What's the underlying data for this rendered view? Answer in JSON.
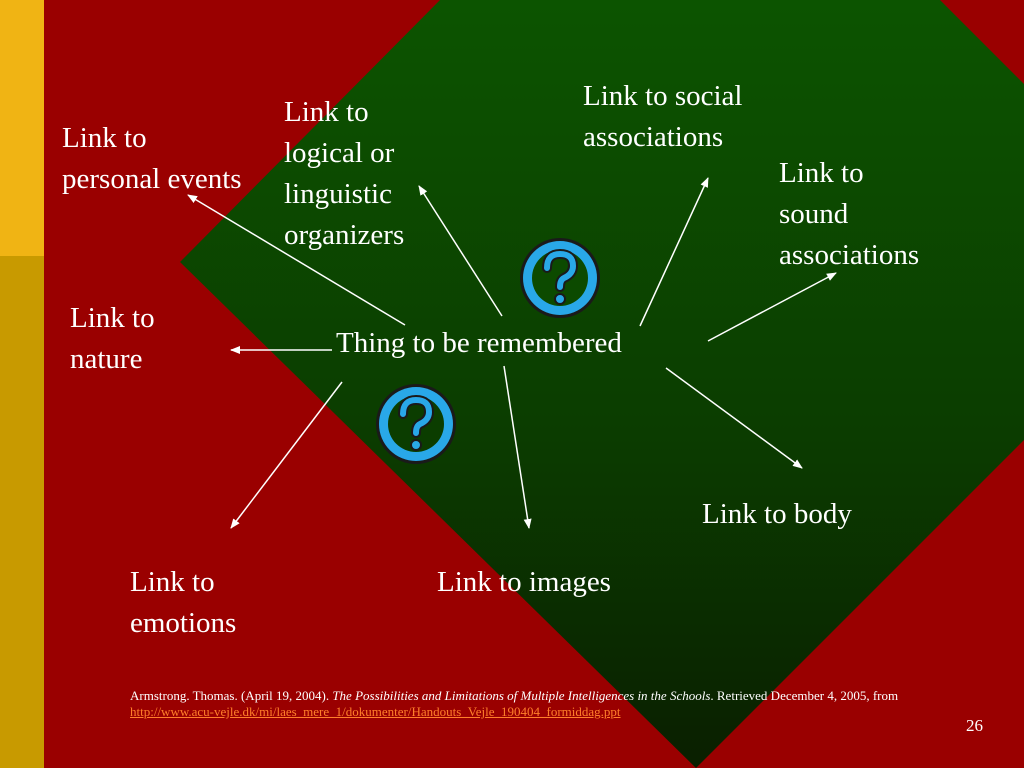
{
  "slide": {
    "center_label": "Thing to be remembered",
    "links": {
      "personal_events": [
        "Link to",
        "personal events"
      ],
      "logical": [
        "Link to",
        "logical or",
        "linguistic",
        "organizers"
      ],
      "social": [
        "Link to social",
        "associations"
      ],
      "sound": [
        "Link to",
        "sound",
        "associations"
      ],
      "nature": [
        "Link to",
        "nature"
      ],
      "body": [
        "Link to body"
      ],
      "emotions": [
        "Link to",
        "emotions"
      ],
      "images": [
        "Link to images"
      ]
    },
    "citation": {
      "text": "Armstrong. Thomas. (April 19, 2004). ",
      "title": "The Possibilities and Limitations of Multiple Intelligences in the Schools",
      "retrieved": ". Retrieved December 4, 2005, from ",
      "url": "http://www.acu-vejle.dk/mi/laes_mere_1/dokumenter/Handouts_Vejle_190404_formiddag.ppt"
    },
    "slide_number": "26",
    "icons": [
      "question-mark-icon",
      "question-mark-icon"
    ]
  },
  "colors": {
    "background": "#9a0000",
    "diamond_top": "#0c5400",
    "diamond_bottom": "#0a1f00",
    "sidebar_top": "#f0b414",
    "sidebar_bottom": "#c89a00",
    "icon_blue": "#29a8e8",
    "link": "#ff7f2a"
  }
}
